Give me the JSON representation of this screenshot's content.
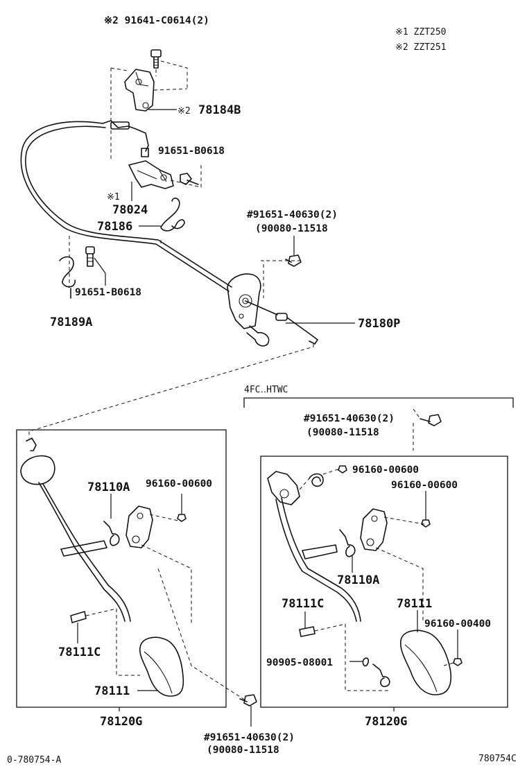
{
  "notes": {
    "n1": "※1 ZZT250",
    "n2": "※2 ZZT251",
    "variant": "4FC‥HTWC"
  },
  "labels": {
    "p91641": "※2 91641-C0614(2)",
    "p78184B_mark": "※2",
    "p78184B": "78184B",
    "p91651B_top": "91651-B0618",
    "p78024_mark": "※1",
    "p78024": "78024",
    "p78186": "78186",
    "p91651_40630_top": "#91651-40630(2)",
    "p90080_top": "(90080-11518",
    "p91651B_left": "91651-B0618",
    "p78189A": "78189A",
    "p78180P": "78180P",
    "r_91651": "#91651-40630(2)",
    "r_90080": "(90080-11518",
    "r_96160a": "96160-00600",
    "r_96160b": "96160-00600",
    "r_78110A": "78110A",
    "r_78111C": "78111C",
    "r_78111": "78111",
    "r_96160c": "96160-00400",
    "r_90905": "90905-08001",
    "r_78120G": "78120G",
    "l_78110A": "78110A",
    "l_96160": "96160-00600",
    "l_78111C": "78111C",
    "l_78111": "78111",
    "l_78120G": "78120G",
    "b_91651": "#91651-40630(2)",
    "b_90080": "(90080-11518",
    "code_left": "0-780754-A",
    "code_right": "780754C"
  }
}
